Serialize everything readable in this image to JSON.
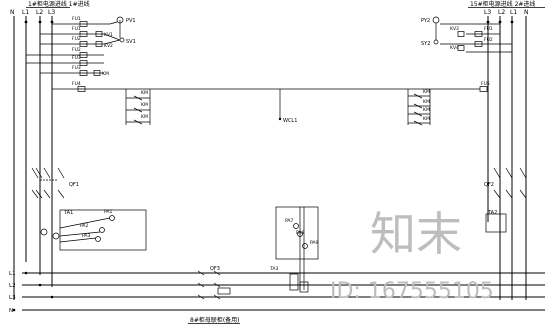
{
  "title_left": "1#柜电源进线 1#进线",
  "title_right": "15#柜电源进线 2#进线",
  "title_bottom": "8#柜母联柜(备用)",
  "phase_labels_top": [
    "N",
    "L1",
    "L2",
    "L3"
  ],
  "bus_labels": [
    "L1",
    "L2",
    "L3",
    "N"
  ],
  "left_components": {
    "pv": "PV1",
    "sv": "SV1",
    "fuses": [
      "FU1",
      "FU1",
      "FU2",
      "FU2",
      "FU3",
      "FU3",
      "FU4"
    ],
    "relays": [
      "KV1",
      "KV2",
      "KM"
    ],
    "contacts": [
      "KM",
      "KM",
      "KM"
    ],
    "breaker": "QF1",
    "ta": "TA1",
    "ammeters": [
      "PA1",
      "PA2",
      "PA3"
    ]
  },
  "right_components": {
    "pv": "PY2",
    "sv": "SY2",
    "fuses": [
      "FU1",
      "FU2"
    ],
    "relays": [
      "KV3",
      "KV4"
    ],
    "contacts": [
      "KM",
      "KM",
      "KM",
      "KM"
    ],
    "fu5": "FU5",
    "breaker": "QF2",
    "ta": "TA2"
  },
  "center": {
    "wcl": "WCL1",
    "ammeters": [
      "PA7",
      "PA8",
      "PA9"
    ],
    "ta": "TA3",
    "breaker": "QF3"
  },
  "watermark": {
    "logo_text": "知末",
    "id_text": "ID: 167555105"
  }
}
